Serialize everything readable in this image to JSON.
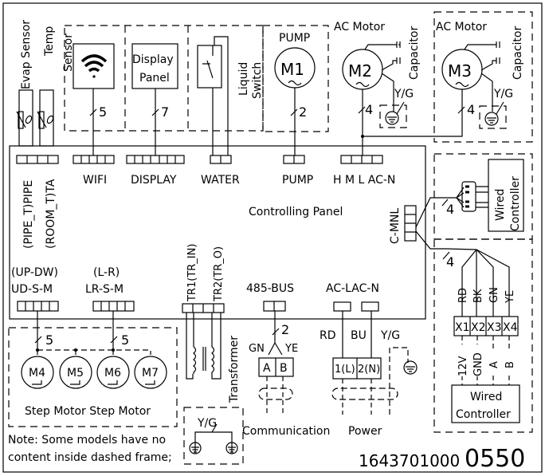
{
  "sensors": {
    "evap": "Evap Sensor",
    "temp": "Temp",
    "sensor": "Sensor",
    "pipe_label": "(PIPE_T)PIPE",
    "room_label": "(ROOM_T)TA"
  },
  "wifi": {
    "wires": "5",
    "connector": "WIFI"
  },
  "display": {
    "box": [
      "Display",
      "Panel"
    ],
    "wires": "7",
    "connector": "DISPLAY"
  },
  "water": {
    "label": [
      "Liquid",
      "Switch"
    ],
    "connector": "WATER"
  },
  "pump": {
    "title": "PUMP",
    "motor": "M1",
    "wires": "2",
    "connector": "PUMP"
  },
  "ac_motor_1": {
    "title": "AC Motor",
    "motor": "M2",
    "capacitor": "Capacitor",
    "ground": "Y/G",
    "wires": "4"
  },
  "ac_motor_2": {
    "title": "AC Motor",
    "motor": "M3",
    "capacitor": "Capacitor",
    "ground": "Y/G",
    "wires": "4"
  },
  "fan_connector": "H M L AC-N",
  "panel": {
    "title": "Controlling Panel",
    "cmnl": "C-MNL"
  },
  "wired_controller_top": {
    "label": [
      "Wired",
      "Controller"
    ],
    "wires": "4"
  },
  "wired_controller_bottom": {
    "wires": "4",
    "colors": [
      "RD",
      "BK",
      "GN",
      "YE"
    ],
    "terminals": [
      "X1",
      "X2",
      "X3",
      "X4"
    ],
    "signals": [
      "12V",
      "GND",
      "A",
      "B"
    ],
    "label": [
      "Wired",
      "Controller"
    ]
  },
  "step": {
    "ud_mode": "(UP-DW)",
    "ud_conn": "UD-S-M",
    "lr_mode": "(L-R)",
    "lr_conn": "LR-S-M",
    "wires_1": "5",
    "wires_2": "5",
    "motors": [
      "M4",
      "M5",
      "M6",
      "M7"
    ],
    "caption": "Step Motor Step Motor"
  },
  "transformer": {
    "tr1": "TR1(TR_IN)",
    "tr2": "TR2(TR_O)",
    "label": "Transformer"
  },
  "ground_box": {
    "label": "Y/G"
  },
  "bus": {
    "title": "485-BUS",
    "wires": "2",
    "gn": "GN",
    "ye": "YE",
    "a": "A",
    "b": "B",
    "caption": "Communication"
  },
  "power": {
    "title": "AC-LAC-N",
    "rd": "RD",
    "bu": "BU",
    "yg": "Y/G",
    "l": "1(L)",
    "n": "2(N)",
    "caption": "Power"
  },
  "note": [
    "Note: Some models have no",
    "content inside dashed frame;"
  ],
  "doc_number": {
    "prefix": "1643701000",
    "suffix": "0550"
  }
}
